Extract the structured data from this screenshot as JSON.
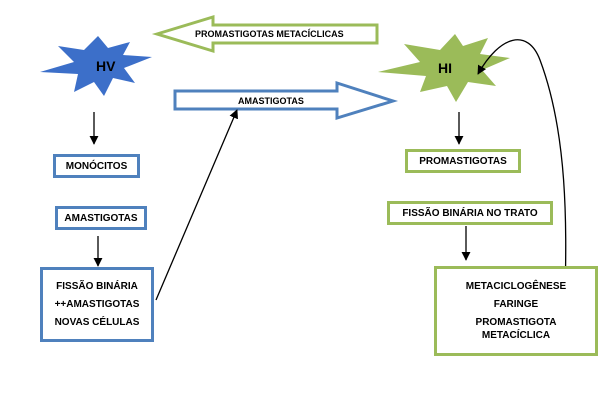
{
  "colors": {
    "blue": "#4f81bd",
    "green": "#9bbb59",
    "star_blue": "#3c6fc9",
    "star_green": "#9bbb59"
  },
  "hosts": {
    "vertebrate": "HV",
    "invertebrate": "HI"
  },
  "arrows": {
    "top_label": "PROMASTIGOTAS METACÍCLICAS",
    "middle_label": "AMASTIGOTAS"
  },
  "left": {
    "monocitos": "MONÓCITOS",
    "amastigotas": "AMASTIGOTAS",
    "fission_lines": [
      "FISSÃO BINÁRIA",
      "++AMASTIGOTAS",
      "NOVAS CÉLULAS"
    ]
  },
  "right": {
    "promastigotas": "PROMASTIGOTAS",
    "fission_trato": "FISSÃO BINÁRIA NO TRATO",
    "meta_lines": [
      "METACICLOGÊNESE",
      "FARINGE",
      "PROMASTIGOTA METACÍCLICA"
    ]
  }
}
